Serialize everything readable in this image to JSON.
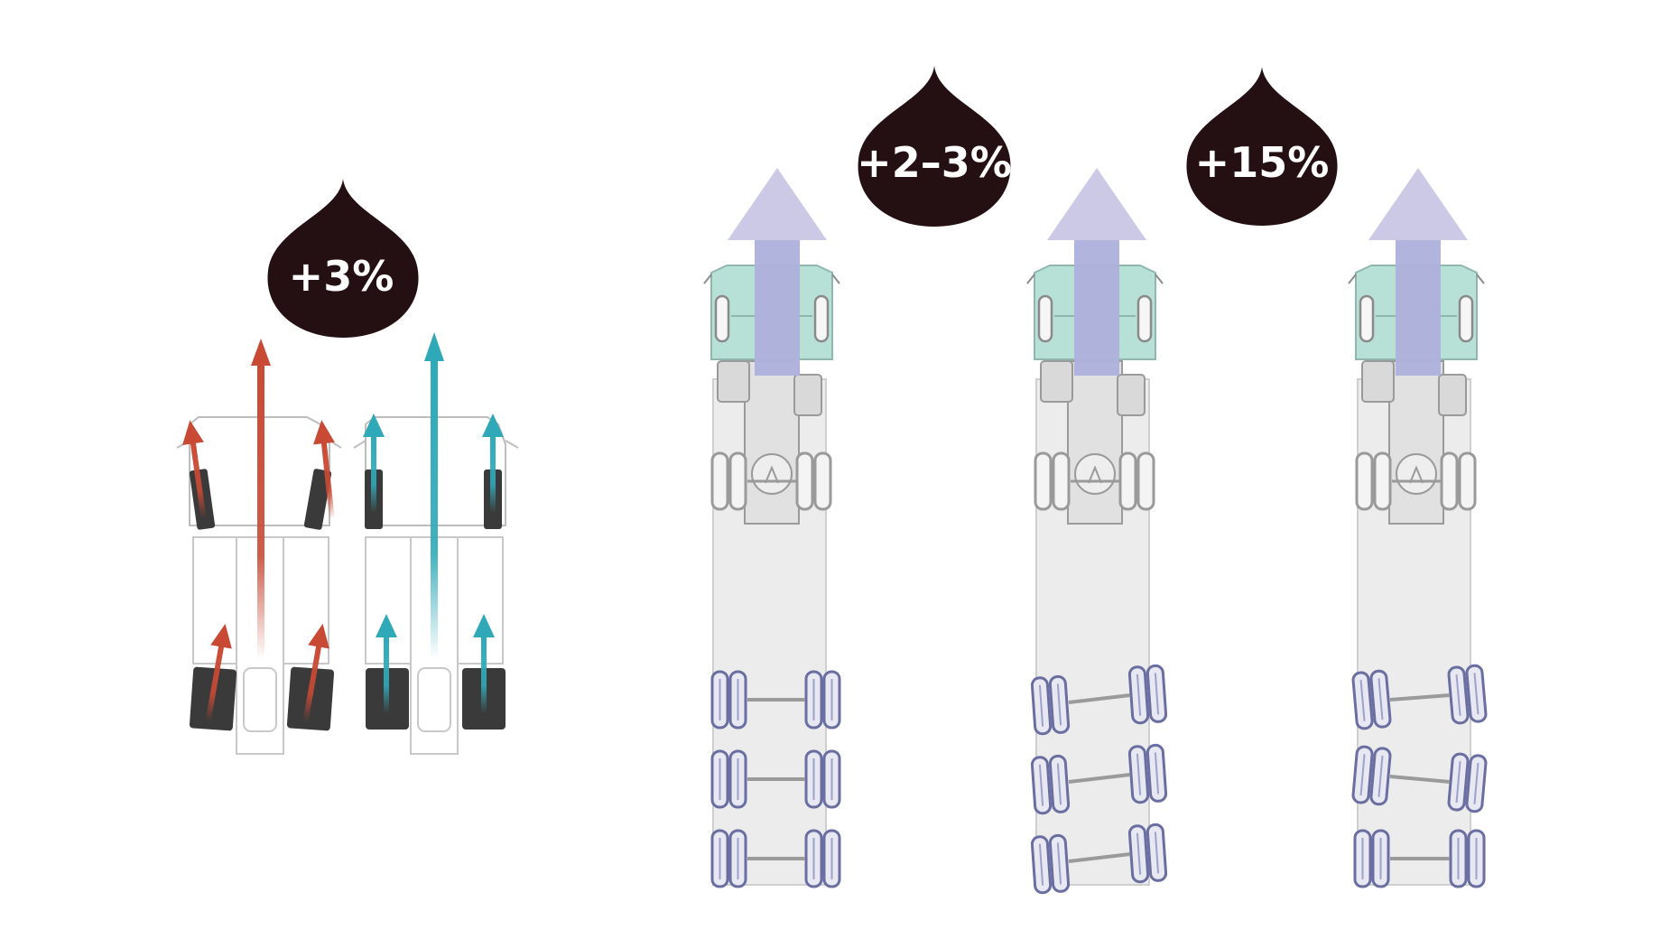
{
  "badges": {
    "left": "+3%",
    "middle": "+2–3%",
    "right": "+15%"
  },
  "colors": {
    "drop": "#241012",
    "arrow_red": "#c84a34",
    "arrow_teal": "#2fa9b8",
    "arrow_lilac": "#c5c3e3",
    "cab_tint": "#b7e0d6",
    "axle_blue": "#7478a8",
    "trailer_fill": "#ececec"
  },
  "icons": [
    "fuel-drop-icon",
    "truck-topview-icon",
    "direction-arrow-icon",
    "tire-icon"
  ]
}
